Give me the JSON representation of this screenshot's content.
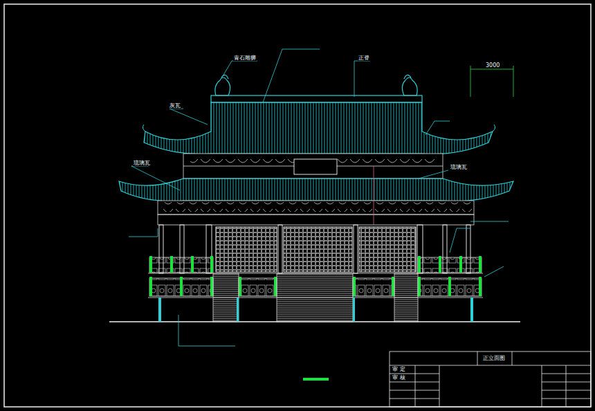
{
  "diagram": {
    "labels": [
      "青石雕狮",
      "正脊",
      "灰瓦",
      "琉璃瓦",
      "琉璃瓦",
      "3000",
      "正立面图",
      "审 定",
      "审 核"
    ]
  }
}
